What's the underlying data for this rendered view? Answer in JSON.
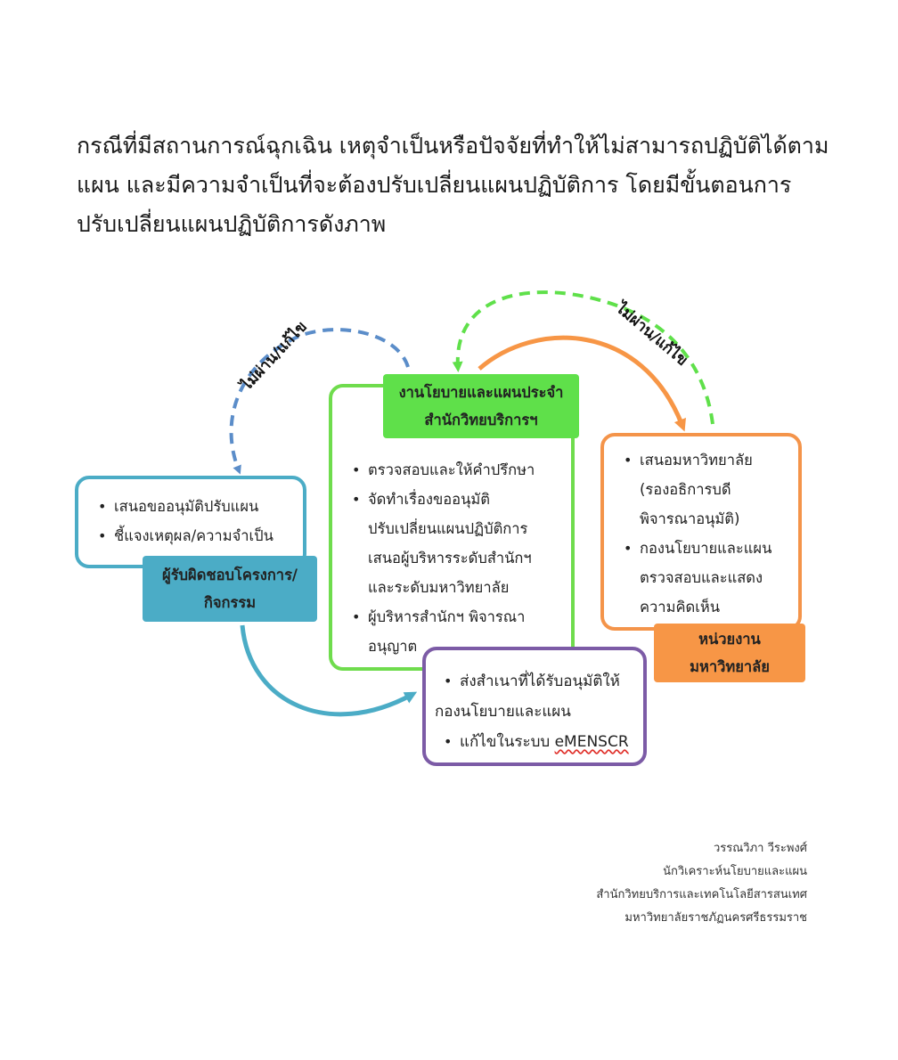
{
  "intro": {
    "line1": "กรณีที่มีสถานการณ์ฉุกเฉิน เหตุจำเป็นหรือปัจจัยที่ทำให้ไม่สามารถปฏิบัติได้ตาม",
    "line2": "แผน และมีความจำเป็นที่จะต้องปรับเปลี่ยนแผนปฏิบัติการ โดยมีขั้นตอนการ",
    "line3": "ปรับเปลี่ยนแผนปฏิบัติการดังภาพ"
  },
  "responsible": {
    "label_line1": "ผู้รับผิดชอบโครงการ/",
    "label_line2": "กิจกรรม",
    "items": [
      "เสนอขออนุมัติปรับแผน",
      "ชี้แจงเหตุผล/ความจำเป็น"
    ]
  },
  "policy_unit": {
    "label_line1": "งานโยบายและแผนประจำ",
    "label_line2": "สำนักวิทยบริการฯ",
    "items": [
      "ตรวจสอบและให้คำปรึกษา",
      [
        "จัดทำเรื่องขออนุมัติ",
        "ปรับเปลี่ยนแผนปฏิบัติการ",
        "เสนอผู้บริหารระดับสำนักฯ",
        "และระดับมหาวิทยาลัย"
      ],
      [
        "ผู้บริหารสำนักฯ พิจารณา",
        "อนุญาต"
      ]
    ]
  },
  "university": {
    "label_line1": "หน่วยงาน",
    "label_line2": "มหาวิทยาลัย",
    "items": [
      [
        "เสนอมหาวิทยาลัย",
        "(รองอธิการบดี",
        "พิจารณาอนุมัติ)"
      ],
      [
        "กองนโยบายและแผน",
        "ตรวจสอบและแสดง",
        "ความคิดเห็น"
      ]
    ]
  },
  "submit": {
    "item1_line1": "ส่งสำเนาที่ได้รับอนุมัติให้",
    "item1_line2": "กองนโยบายและแผน",
    "item2_prefix": "แก้ไขในระบบ ",
    "item2_system": "eMENSCR"
  },
  "feedback": {
    "left": "ไม่ผ่าน/แก้ไข",
    "right": "ไม่ผ่าน/แก้ไข"
  },
  "credit": {
    "name": "วรรณวิภา วีระพงศ์",
    "position": "นักวิเคราะห์นโยบายและแผน",
    "office": "สำนักวิทยบริการและเทคโนโลยีสารสนเทศ",
    "university": "มหาวิทยาลัยราชภัฏนครศรีธรรมราช"
  },
  "colors": {
    "blue": "#4bacc6",
    "steel_blue": "#5b8dc9",
    "green": "#5fe04a",
    "orange": "#f79646",
    "purple": "#7c5ba6"
  }
}
